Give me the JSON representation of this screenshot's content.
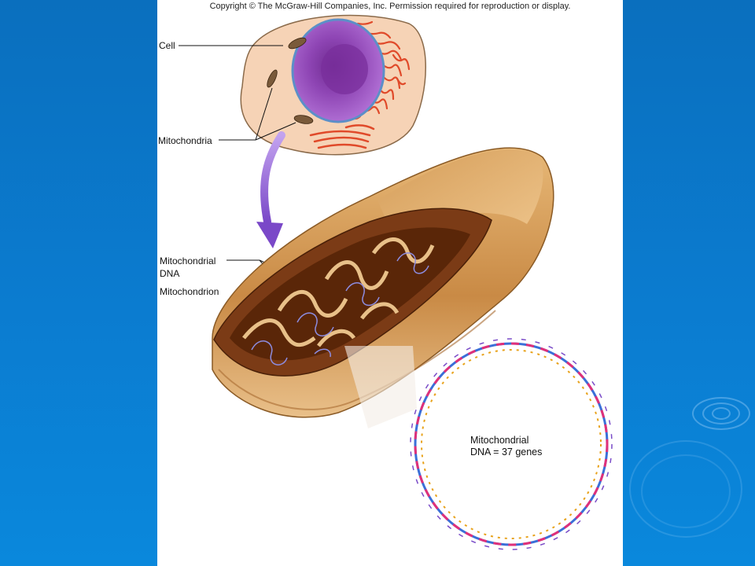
{
  "copyright": "Copyright © The McGraw-Hill Companies, Inc. Permission required for reproduction or display.",
  "labels": {
    "cell": "Cell",
    "mitochondria": "Mitochondria",
    "mito_dna_line1": "Mitochondrial",
    "mito_dna_line2": "DNA",
    "mitochondrion": "Mitochondrion"
  },
  "dna_circle_label": {
    "line1": "Mitochondrial",
    "line2": "DNA = 37 genes"
  },
  "colors": {
    "background": "#0b7cd0",
    "panel": "#ffffff",
    "cell_cytoplasm": "#f6d3b6",
    "nucleus": "#a15cc7",
    "mitochondrion_outer": "#c98a45",
    "mitochondrion_inner": "#7b3b16",
    "arrow": "#8a5bd0"
  }
}
